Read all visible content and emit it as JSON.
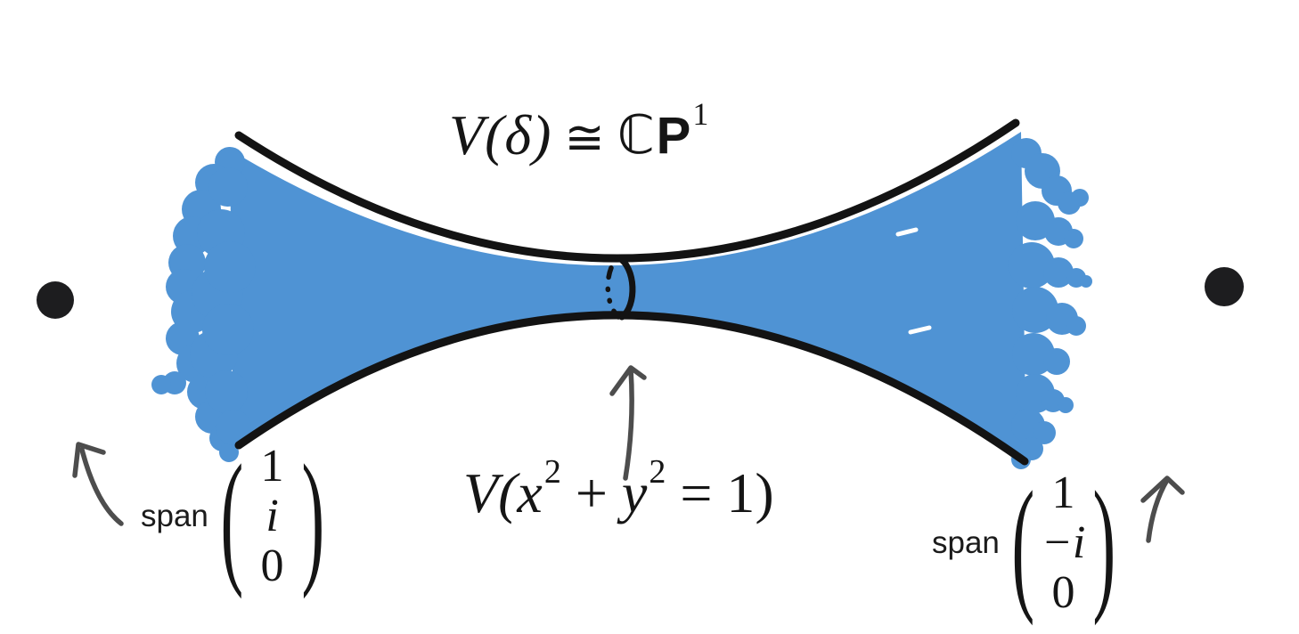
{
  "colors": {
    "background": "#ffffff",
    "surface_blue": "#4f93d4",
    "outline_black": "#131313",
    "dot_black": "#1d1d1f",
    "arrow_gray": "#4d4d4d",
    "highlight_white": "#ffffff"
  },
  "title": {
    "lhs": "V(δ)",
    "relation": "≅",
    "rhs_set": "ℂ",
    "rhs_space": "P",
    "rhs_exponent": "1"
  },
  "neck_label": {
    "prefix": "V(",
    "var1": "x",
    "exp1": "2",
    "operator": "+",
    "var2": "y",
    "exp2": "2",
    "suffix": "= 1)"
  },
  "left_point": {
    "keyword": "span",
    "open_paren": "(",
    "entries": [
      "1",
      "i",
      "0"
    ],
    "close_paren": ")"
  },
  "right_point": {
    "keyword": "span",
    "open_paren": "(",
    "entries": [
      "1",
      "−i",
      "0"
    ],
    "close_paren": ")"
  }
}
